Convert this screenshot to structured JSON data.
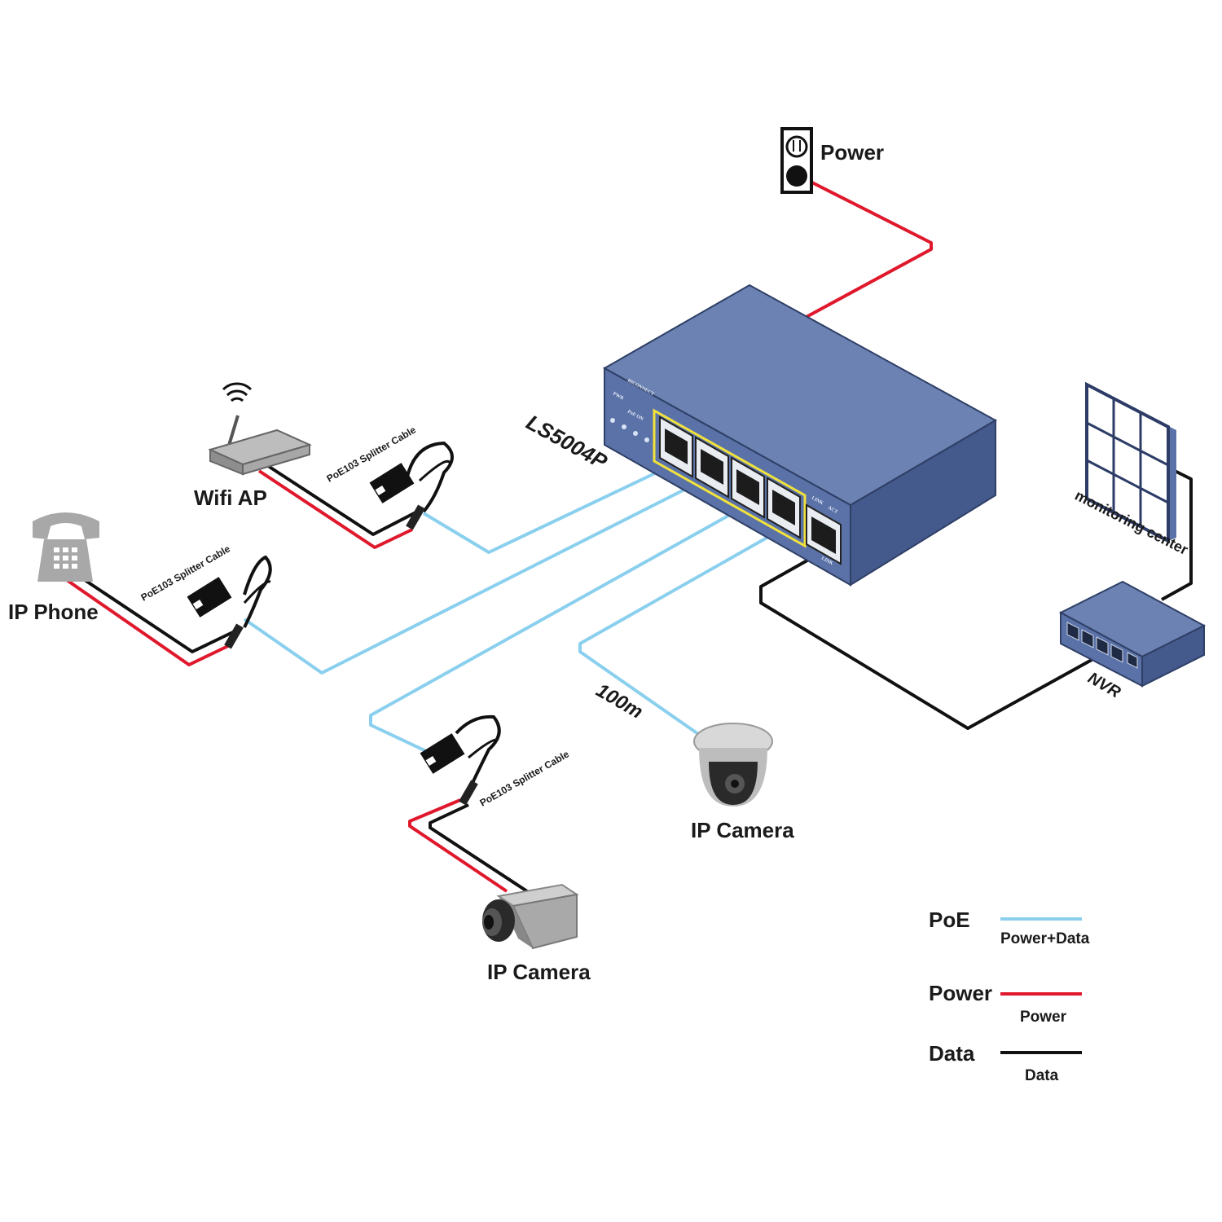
{
  "title": "",
  "colors": {
    "poe": "#8ad0ee",
    "power": "#e0182c",
    "data": "#111111",
    "switch_top": "#6b82b3",
    "switch_front": "#5a72a8",
    "switch_side": "#44598c"
  },
  "switch": {
    "model": "LS5004P",
    "brand": "BICONNECT",
    "led_labels": [
      "PWR",
      "PoE ON"
    ],
    "uplink_labels": [
      "LINK",
      "ACT"
    ],
    "uplink_port_label": "LINK"
  },
  "labels": {
    "power": "Power",
    "wifi_ap": "Wifi AP",
    "ip_phone": "IP Phone",
    "ip_camera_dome": "IP Camera",
    "ip_camera_box": "IP Camera",
    "splitter_1": "PoE103 Splitter Cable",
    "splitter_2": "PoE103 Splitter Cable",
    "splitter_3": "PoE103 Splitter Cable",
    "distance": "100m",
    "monitoring": "monitoring center",
    "nvr": "NVR"
  },
  "legend": [
    {
      "key": "PoE",
      "desc": "Power+Data",
      "color": "#8ad0ee"
    },
    {
      "key": "Power",
      "desc": "Power",
      "color": "#e0182c"
    },
    {
      "key": "Data",
      "desc": "Data",
      "color": "#111111"
    }
  ],
  "icons": [
    "power-outlet-icon",
    "wifi-router-icon",
    "telephone-icon",
    "dome-camera-icon",
    "box-camera-icon",
    "monitor-wall-icon",
    "nvr-icon",
    "poe-switch-icon",
    "splitter-icon"
  ]
}
